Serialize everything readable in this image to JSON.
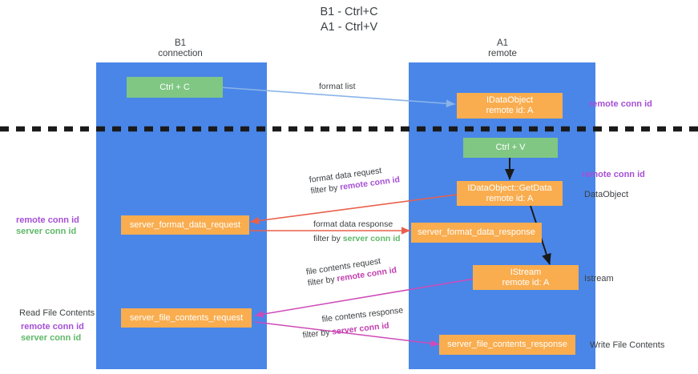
{
  "title": {
    "line1": "B1 - Ctrl+C",
    "line2": "A1 - Ctrl+V"
  },
  "columns": [
    {
      "name": "b1",
      "line1": "B1",
      "line2": "connection"
    },
    {
      "name": "a1",
      "line1": "A1",
      "line2": "remote"
    }
  ],
  "nodes": {
    "ctrl_c": {
      "label": "Ctrl + C"
    },
    "idataobject": {
      "label": "IDataObject",
      "sub": "remote id: A"
    },
    "ctrl_v": {
      "label": "Ctrl + V"
    },
    "getdata": {
      "label": "IDataObject::GetData",
      "sub": "remote id: A"
    },
    "fmt_req": {
      "label": "server_format_data_request"
    },
    "fmt_resp": {
      "label": "server_format_data_response"
    },
    "istream": {
      "label": "IStream",
      "sub": "remote id: A"
    },
    "file_req": {
      "label": "server_file_contents_request"
    },
    "file_resp": {
      "label": "server_file_contents_response"
    }
  },
  "edge_labels": {
    "format_list": {
      "line1": "format list"
    },
    "fmt_request": {
      "line1": "format data request",
      "line2_prefix": "filter by ",
      "line2_id": "remote conn id"
    },
    "fmt_response": {
      "line1": "format data response",
      "line2_prefix": "filter by ",
      "line2_id": "server conn id"
    },
    "file_request": {
      "line1": "file contents request",
      "line2_prefix": "filter by ",
      "line2_id": "remote conn id"
    },
    "file_response": {
      "line1": "file contents response",
      "line2_prefix": "filter by ",
      "line2_id": "server conn id"
    }
  },
  "side_labels": {
    "right_remote_conn_top": {
      "text": "remote conn id"
    },
    "right_remote_conn_mid": {
      "text": "remote conn id"
    },
    "right_dataobject": {
      "text": "DataObject"
    },
    "right_istream": {
      "text": "Istream"
    },
    "right_write_file": {
      "text": "Write File Contents"
    },
    "left_ids_top": {
      "purple": "remote conn id",
      "green": "server conn id"
    },
    "left_read_file": {
      "text": "Read File Contents"
    },
    "left_ids_bottom": {
      "purple": "remote conn id",
      "green": "server conn id"
    }
  },
  "colors": {
    "lane": "#4a86e8",
    "node_green": "#80c784",
    "node_orange": "#f9ad4f",
    "accent_purple": "#a64fd6",
    "accent_green": "#5fb868",
    "arrow_red": "#e8604c",
    "arrow_magenta": "#cf4ab8",
    "arrow_blue": "#8ab4e8",
    "arrow_black": "#1a1a1a"
  }
}
